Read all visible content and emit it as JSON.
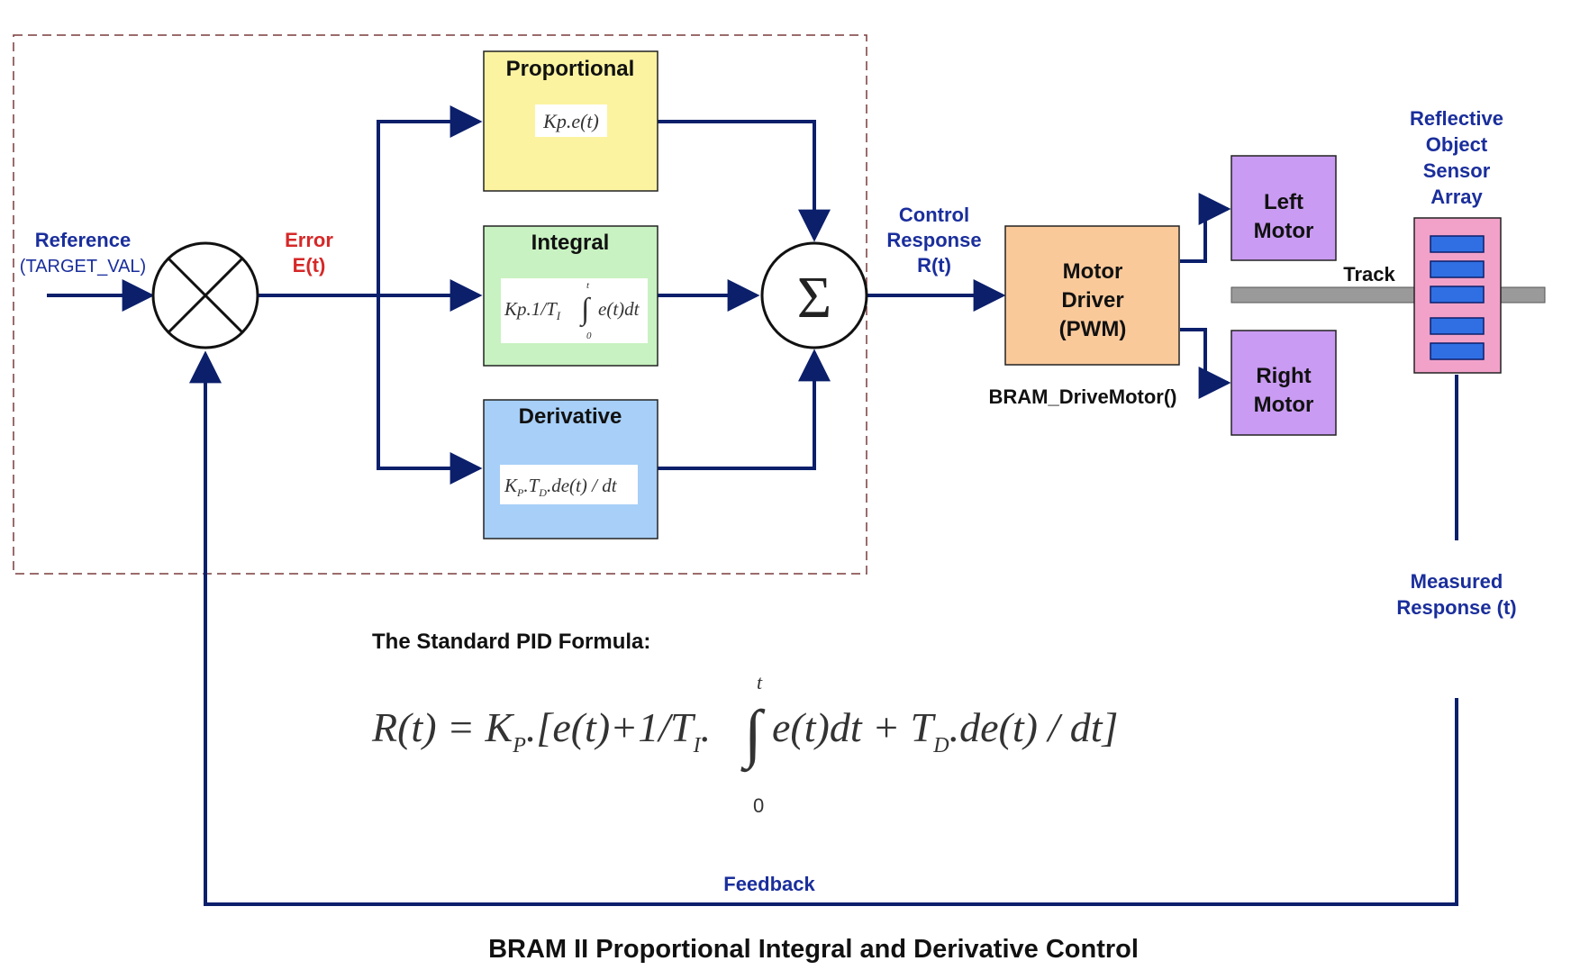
{
  "colors": {
    "line": "#0b1f6b",
    "blue_text": "#1a2e9c",
    "red_text": "#d62828",
    "proportional_fill": "#fbf3a0",
    "integral_fill": "#c8f2c1",
    "derivative_fill": "#a7cff7",
    "driver_fill": "#fac99a",
    "motor_fill": "#c99bf2",
    "sensor_fill": "#f2a2c9",
    "sensor_cell": "#2f6fe3",
    "track_fill": "#9a9a9a"
  },
  "input": {
    "reference": "Reference",
    "target": "(TARGET_VAL)"
  },
  "error": {
    "line1": "Error",
    "line2": "E(t)"
  },
  "blocks": {
    "proportional": {
      "title": "Proportional",
      "formula": "Kp.e(t)"
    },
    "integral": {
      "title": "Integral",
      "formula": "Kp.1/T",
      "sub": "I",
      "formula_tail": "e(t)dt",
      "upper": "t",
      "lower": "0"
    },
    "derivative": {
      "title": "Derivative",
      "formula": "K",
      "sub_p": "P",
      "mid": ".T",
      "sub_d": "D",
      "tail": ".de(t) / dt"
    }
  },
  "sum_symbol": "Σ",
  "control": {
    "line1": "Control",
    "line2": "Response",
    "line3": "R(t)"
  },
  "driver": {
    "line1": "Motor",
    "line2": "Driver",
    "line3": "(PWM)",
    "function": "BRAM_DriveMotor()"
  },
  "motors": {
    "left1": "Left",
    "left2": "Motor",
    "right1": "Right",
    "right2": "Motor"
  },
  "sensor": {
    "line1": "Reflective",
    "line2": "Object",
    "line3": "Sensor",
    "line4": "Array",
    "track": "Track"
  },
  "measured": {
    "line1": "Measured",
    "line2": "Response (t)"
  },
  "formula": {
    "heading": "The Standard PID Formula:",
    "part1": "R(t) = K",
    "sub_p": "P",
    "part2": ".[e(t)+1/T",
    "sub_i": "I",
    "part3": ".",
    "int_upper": "t",
    "int_lower": "0",
    "part4": "e(t)dt + T",
    "sub_d": "D",
    "part5": ".de(t) / dt]"
  },
  "feedback": "Feedback",
  "caption": "BRAM II Proportional Integral and Derivative Control"
}
